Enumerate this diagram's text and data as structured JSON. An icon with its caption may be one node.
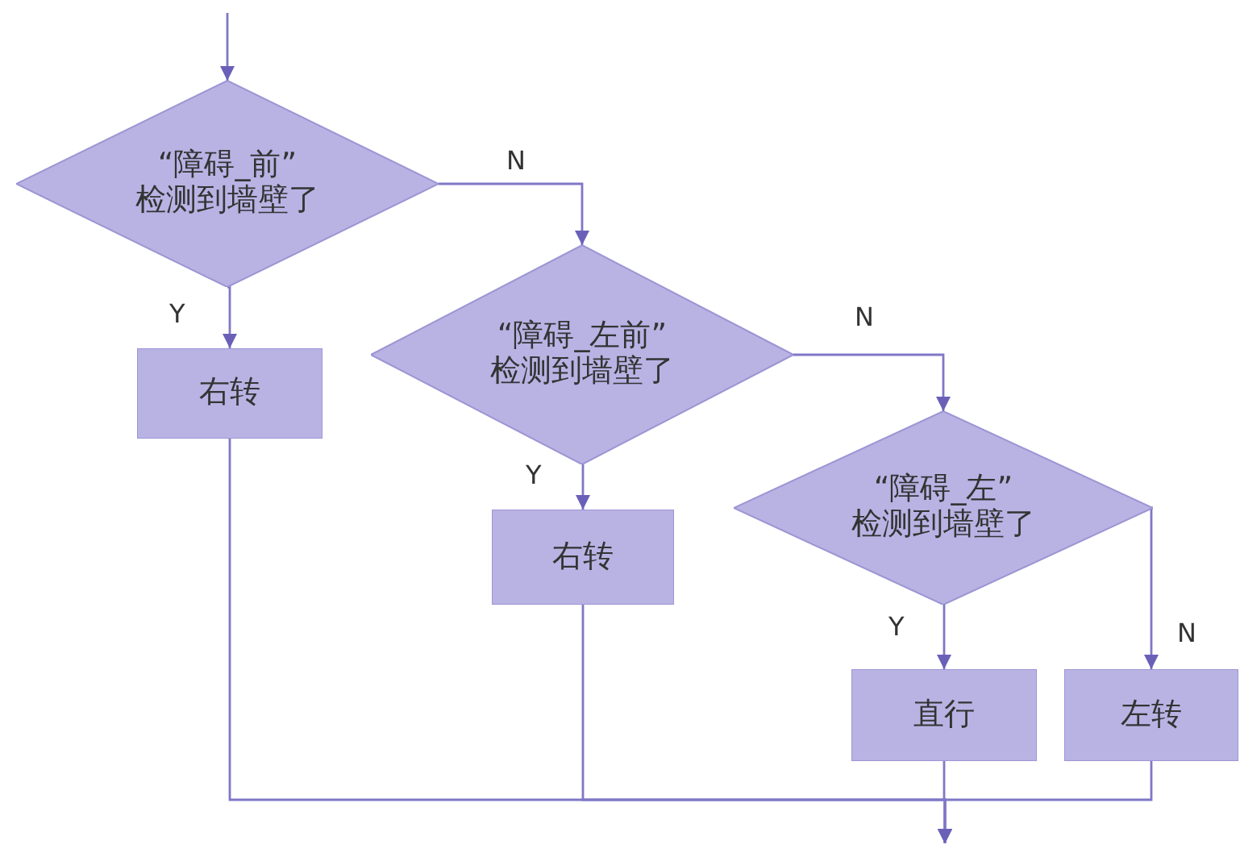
{
  "diagram": {
    "nodes": [
      {
        "text": [
          "“障碍_前”检测到墙壁了"
        ]
      },
      {
        "text": [
          "右转"
        ]
      },
      {
        "text": [
          "“障碍_左前”检测到墙壁了"
        ]
      },
      {
        "text": [
          "右转"
        ]
      },
      {
        "text": [
          "“障碍_左”检测到墙壁了"
        ]
      },
      {
        "text": [
          "直行"
        ]
      },
      {
        "text": [
          "左转"
        ]
      }
    ],
    "edges": [
      {
        "from": null,
        "to": 0,
        "arrow": "to"
      },
      {
        "from": 0,
        "to": 1,
        "arrow": "to",
        "label": "Y"
      },
      {
        "from": 0,
        "to": 2,
        "arrow": "to",
        "label": "N"
      },
      {
        "from": 2,
        "to": 3,
        "arrow": "to",
        "label": "Y"
      },
      {
        "from": 2,
        "to": 4,
        "arrow": "to",
        "label": "N"
      },
      {
        "from": 4,
        "to": 5,
        "arrow": "to",
        "label": "Y"
      },
      {
        "from": 4,
        "to": 6,
        "arrow": "to",
        "label": "N"
      },
      {
        "from": 1,
        "to": null,
        "arrow": "to"
      },
      {
        "from": 3,
        "to": null,
        "arrow": "to"
      },
      {
        "from": 5,
        "to": null,
        "arrow": "to"
      },
      {
        "from": 6,
        "to": null,
        "arrow": "to"
      }
    ]
  }
}
